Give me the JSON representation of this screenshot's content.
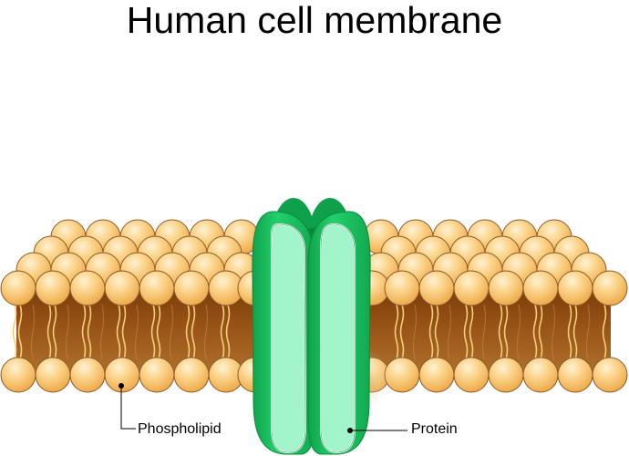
{
  "title": "Human cell membrane",
  "labels": {
    "phospholipid": "Phospholipid",
    "protein": "Protein"
  },
  "colors": {
    "head_fill": "#f9c876",
    "head_highlight": "#fde6b8",
    "head_stroke": "#8a5a2b",
    "tail_region": "#8b4a12",
    "tail_line": "#f7d27a",
    "protein_outer": "#14b85a",
    "protein_dark": "#0a9a45",
    "protein_inner": "#9ff5c8"
  }
}
